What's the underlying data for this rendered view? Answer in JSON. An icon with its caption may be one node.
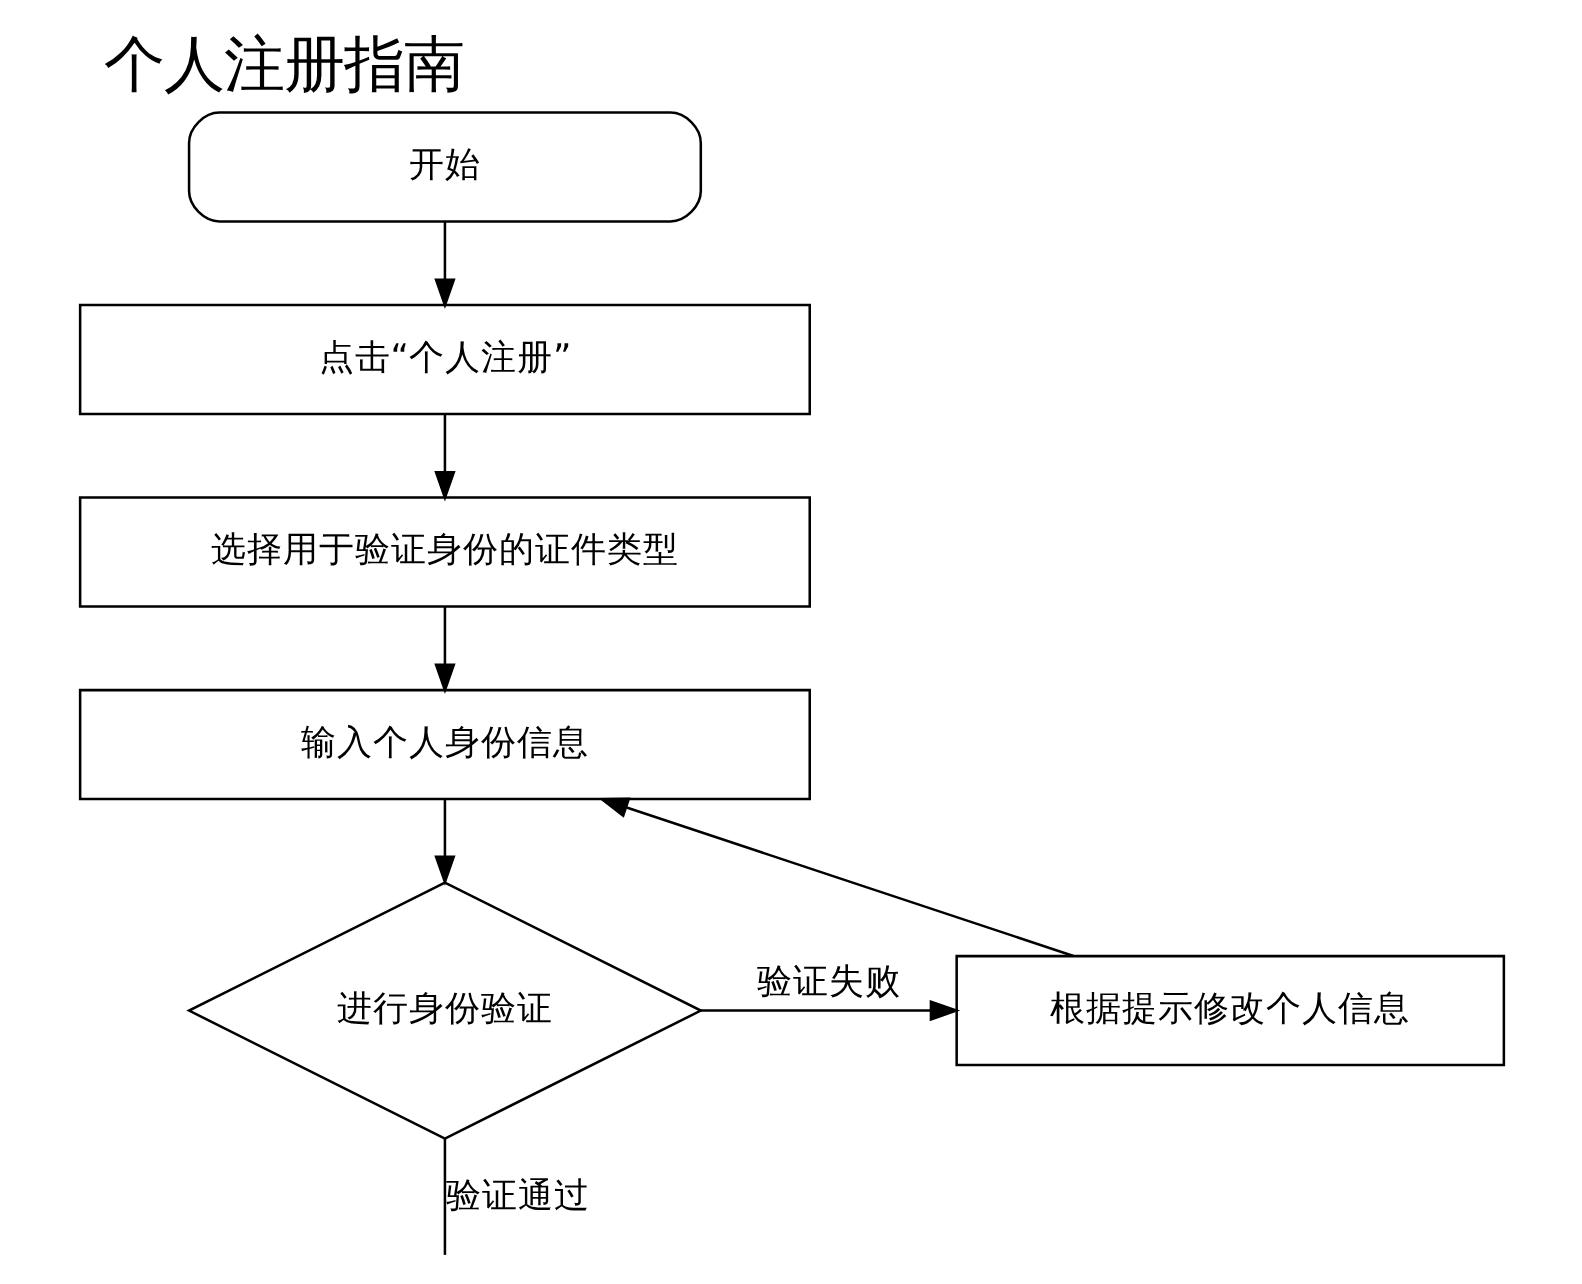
{
  "diagram": {
    "title": "个人注册指南",
    "nodes": [
      {
        "text": [
          "开始"
        ]
      },
      {
        "text": [
          "点击“个人注册”"
        ]
      },
      {
        "text": [
          "选择用于验证身份的证件类型"
        ]
      },
      {
        "text": [
          "输入个人身份信息"
        ]
      },
      {
        "text": [
          "进行身份验证"
        ]
      },
      {
        "text": [
          "根据提示修改个人信息"
        ]
      }
    ],
    "edges": [
      {
        "from": 0,
        "to": 1,
        "arrow": "to"
      },
      {
        "from": 1,
        "to": 2,
        "arrow": "to"
      },
      {
        "from": 2,
        "to": 3,
        "arrow": "to"
      },
      {
        "from": 3,
        "to": 4,
        "arrow": "to"
      },
      {
        "from": 4,
        "to": 5,
        "arrow": "to",
        "label": "验证失败"
      },
      {
        "from": 5,
        "to": 3,
        "arrow": "to"
      },
      {
        "from": 4,
        "to": null,
        "arrow": "none",
        "label": "验证通过"
      }
    ]
  }
}
